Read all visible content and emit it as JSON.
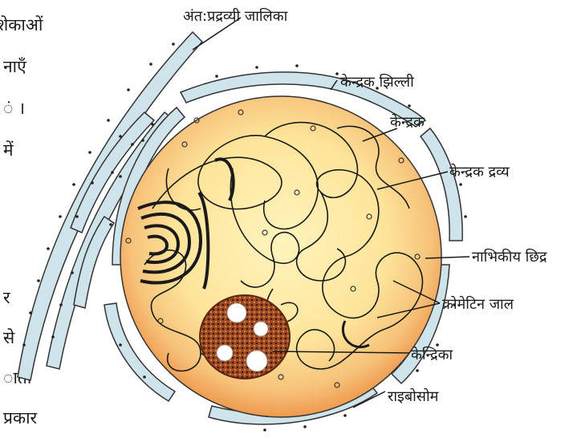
{
  "labels": {
    "endoplasmic_reticulum": "अंत:प्रद्रव्यी जालिका",
    "nuclear_membrane": "केन्द्रक झिल्ली",
    "nucleus": "केन्द्रक",
    "nucleoplasm": "केन्द्रक द्रव्य",
    "nuclear_pore": "नाभिकीय छिद्र",
    "chromatin": "क्रोमेटिन जाल",
    "nucleolus": "केन्द्रिका",
    "ribosome": "राइबोसोम"
  },
  "side_text": [
    "शेकाओं",
    "नाएँ",
    "ं ।",
    "में",
    "",
    "",
    "र",
    "से",
    "ाता",
    "प्रकार"
  ],
  "colors": {
    "membrane_fill": "#cfe3ea",
    "nucleus_outer": "#f2a55a",
    "nucleus_inner": "#fde8a6",
    "nucleolus": "#8a3b1a",
    "line": "#1a1a1a"
  }
}
